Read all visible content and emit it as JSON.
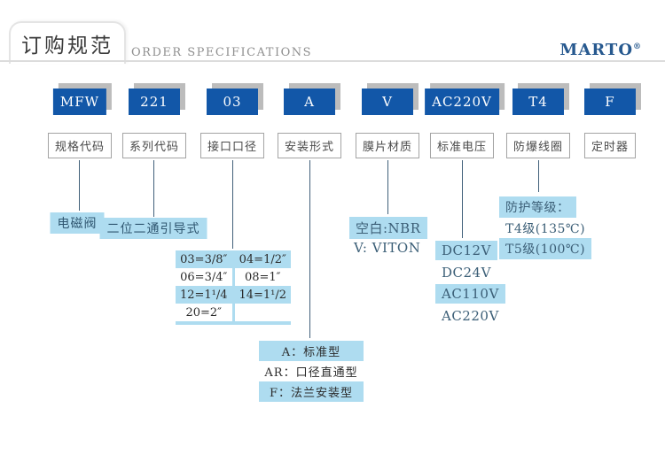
{
  "header": {
    "title_cn": "订购规范",
    "title_en": "ORDER SPECIFICATIONS",
    "brand": "MARTO",
    "brand_reg": "®"
  },
  "colors": {
    "accent_blue": "#1257a8",
    "light_blue": "#aedcf0",
    "shadow_gray": "#bcbcbc",
    "line": "#41607a"
  },
  "columns": [
    {
      "code": "MFW",
      "label": "规格代码"
    },
    {
      "code": "221",
      "label": "系列代码"
    },
    {
      "code": "03",
      "label": "接口口径"
    },
    {
      "code": "A",
      "label": "安装形式"
    },
    {
      "code": "V",
      "label": "膜片材质"
    },
    {
      "code": "AC220V",
      "label": "标准电压"
    },
    {
      "code": "T4",
      "label": "防爆线圈"
    },
    {
      "code": "F",
      "label": "定时器"
    }
  ],
  "details": {
    "spec": {
      "text": "电磁阀"
    },
    "series": {
      "text": "二位二通引导式"
    },
    "caliber_table": {
      "rows": [
        [
          "03=3/8″",
          "04=1/2″"
        ],
        [
          "06=3/4″",
          "08=1″"
        ],
        [
          "12=1¹/4",
          "14=1¹/2"
        ],
        [
          "20=2″",
          ""
        ]
      ]
    },
    "mount_table": {
      "rows": [
        "A：标准型",
        "AR：口径直通型",
        "F：法兰安装型"
      ]
    },
    "diaphragm": {
      "items": [
        {
          "text": "空白:NBR",
          "highlight": true
        },
        {
          "text": "V: VITON",
          "highlight": false
        }
      ]
    },
    "voltage": {
      "items": [
        {
          "text": "DC12V",
          "highlight": true
        },
        {
          "text": "DC24V",
          "highlight": false
        },
        {
          "text": "AC110V",
          "highlight": true
        },
        {
          "text": "AC220V",
          "highlight": false
        }
      ]
    },
    "coil": {
      "items": [
        {
          "text": "防护等级：",
          "highlight": true
        },
        {
          "text": "T4级(135℃)",
          "highlight": false
        },
        {
          "text": "T5级(100℃)",
          "highlight": true
        }
      ]
    }
  }
}
